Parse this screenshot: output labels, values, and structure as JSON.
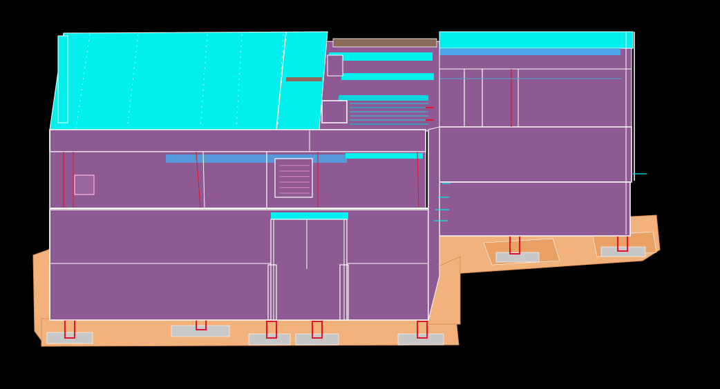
{
  "colors": {
    "background": "#000000",
    "wall": "#8f5a94",
    "wall_light": "#9a66a0",
    "roof": "#00f0f0",
    "roof_edge": "#0bd6e0",
    "beam_blue": "#4aa6e8",
    "footing": "#f2b27c",
    "footing_dark": "#d98e52",
    "footing_grey": "#c8c8c8",
    "red": "#e0142a",
    "edge": "#ffffff",
    "slab": "#8a6a58"
  },
  "icons": {
    "window": "window-frame",
    "stair": "stair-hatch",
    "column": "column-stub"
  }
}
